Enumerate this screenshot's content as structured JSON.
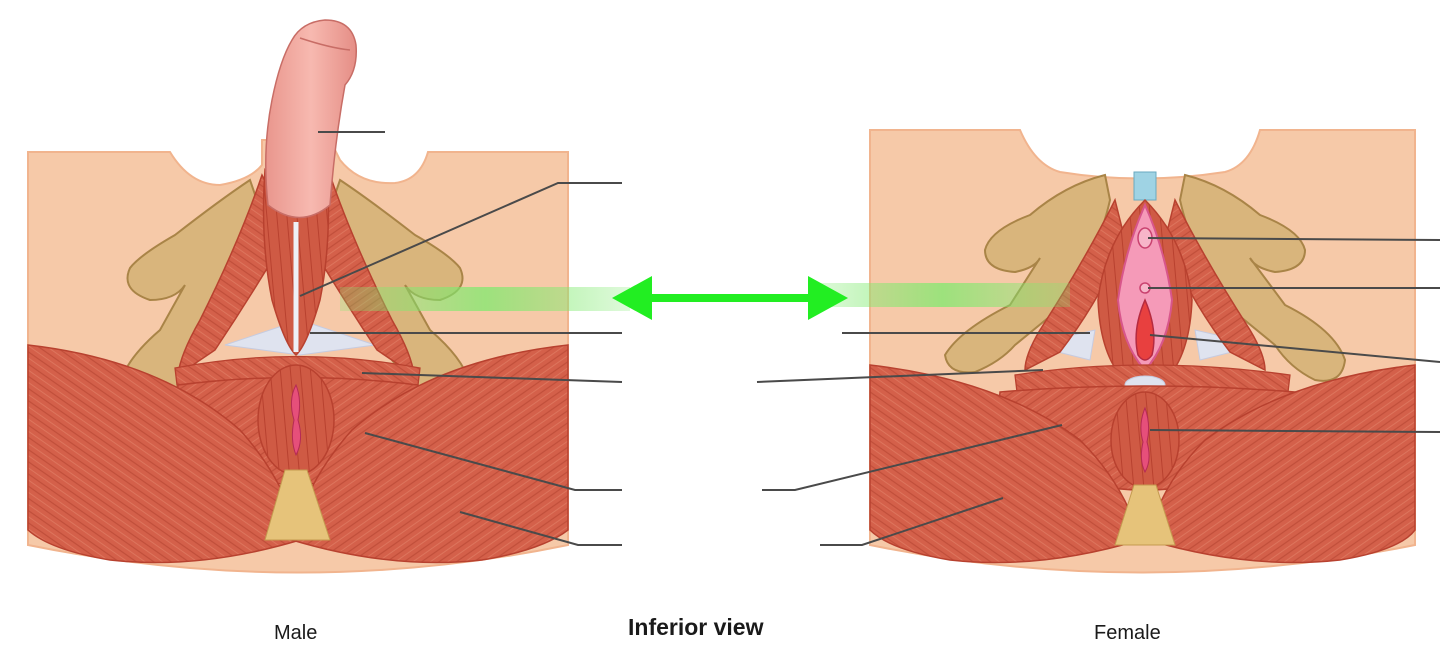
{
  "captions": {
    "male": "Male",
    "female": "Female",
    "view": "Inferior view"
  },
  "colors": {
    "skin": "#f6c9a8",
    "skin_edge": "#f1b48e",
    "muscle": "#d4604a",
    "muscle_dark": "#b8412f",
    "bone": "#d9b57c",
    "bone_dark": "#a98447",
    "fascia": "#dfe3ef",
    "penis": "#f3a8a0",
    "mucosa": "#e64f7a",
    "arrow": "#22ee22",
    "highlight_band": "#7fea6e",
    "leader_line": "#4a4a4a"
  },
  "arrow": {
    "direction": "double-headed",
    "icon": "double-arrow-icon"
  }
}
